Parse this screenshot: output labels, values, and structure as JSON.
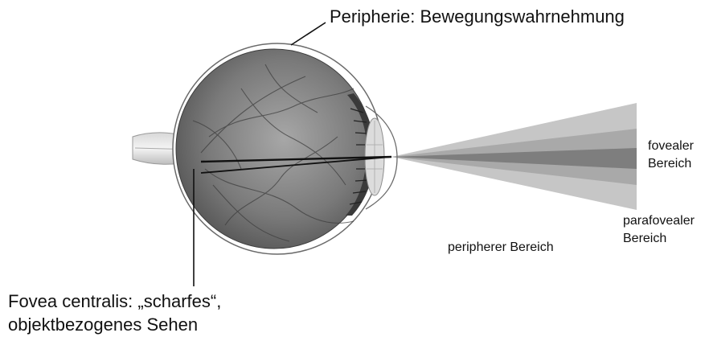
{
  "labels": {
    "periphery_motion": "Peripherie: Bewegungswahrnehmung",
    "foveal_line1": "fovealer",
    "foveal_line2": "Bereich",
    "parafoveal_line1": "parafovealer",
    "parafoveal_line2": "Bereich",
    "peripheral": "peripherer Bereich",
    "fovea_line1": "Fovea centralis: „scharfes“,",
    "fovea_line2": "objektbezogenes Sehen"
  },
  "colors": {
    "peripheral_cone": "#c6c6c6",
    "parafoveal_cone": "#a9a9a9",
    "foveal_cone": "#7e7e7e",
    "eye_dark": "#4a4a4a",
    "eye_light": "#9a9a9a",
    "outline": "#111111"
  }
}
